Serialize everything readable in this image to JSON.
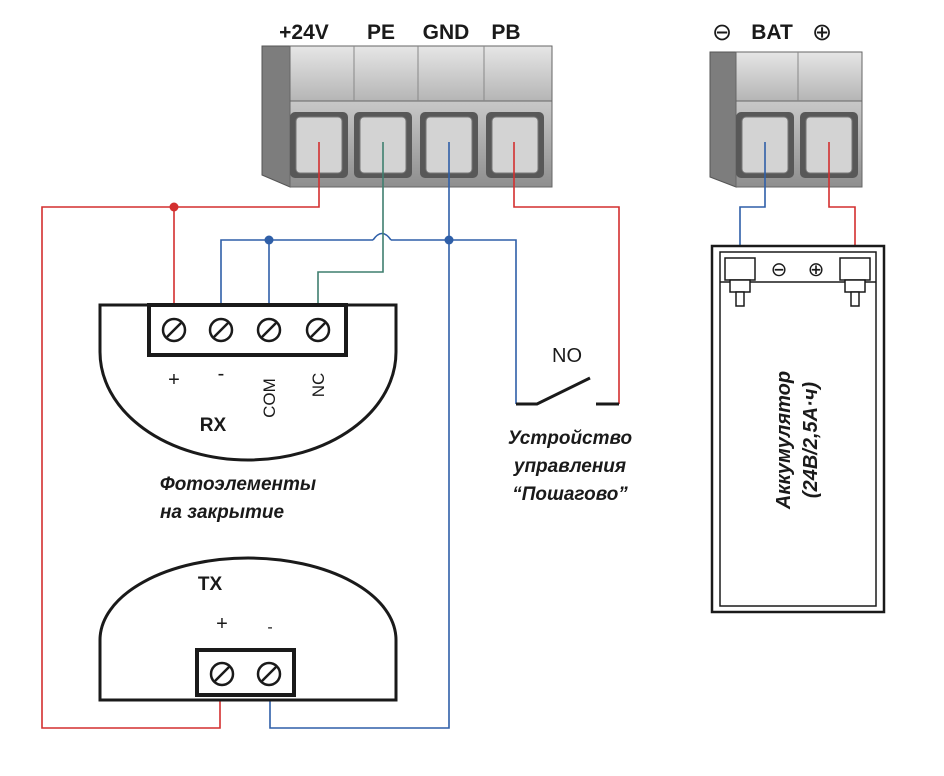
{
  "terminal_block": {
    "labels": [
      "+24V",
      "PE",
      "GND",
      "PB"
    ]
  },
  "battery_block": {
    "minus": "⊖",
    "label": "BAT",
    "plus": "⊕"
  },
  "rx": {
    "title": "RX",
    "pins": [
      "+",
      "-",
      "COM",
      "NC"
    ]
  },
  "tx": {
    "title": "TX",
    "pins": [
      "+",
      "-"
    ]
  },
  "photocell_caption": [
    "Фотоэлементы",
    "на закрытие"
  ],
  "switch": {
    "contact_label": "NO",
    "caption": [
      "Устройство",
      "управления",
      "“Пошагово”"
    ]
  },
  "battery": {
    "minus": "⊖",
    "plus": "⊕",
    "caption": [
      "Аккумулятор",
      "(24В/2,5А·ч)"
    ]
  },
  "colors": {
    "positive_wire": "#d32f2f",
    "negative_wire": "#2f5fa8",
    "pe_wire": "#3f7f6f",
    "outline": "#1a1a1a"
  }
}
